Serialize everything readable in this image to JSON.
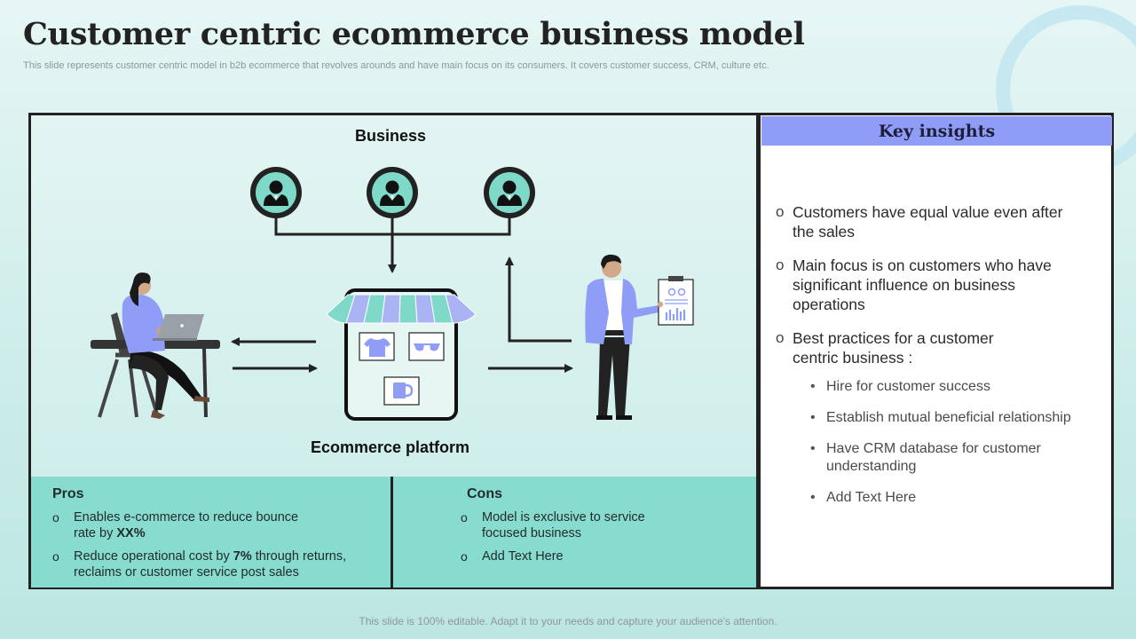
{
  "slide": {
    "title": "Customer centric ecommerce business model",
    "subtitle": "This slide represents customer centric model in b2b ecommerce that revolves arounds and have main focus on its consumers. It covers customer success, CRM, culture etc.",
    "footer": "This slide is 100% editable. Adapt it to your needs and capture your audience's attention."
  },
  "diagram": {
    "business_label": "Business",
    "platform_label": "Ecommerce platform",
    "icons": [
      "business-person-icon",
      "business-person-icon",
      "business-person-icon",
      "storefront-icon",
      "woman-laptop-icon",
      "man-clipboard-icon",
      "tshirt-icon",
      "sunglasses-icon",
      "mug-icon"
    ]
  },
  "pros": {
    "title": "Pros",
    "item1_text": "Enables e-commerce to reduce bounce",
    "item1_line2": "rate by ",
    "item1_bold": "XX%",
    "item2_pre": "Reduce operational cost by ",
    "item2_bold": "7%",
    "item2_post": " through returns,",
    "item2_line2": "reclaims or customer service post sales"
  },
  "cons": {
    "title": "Cons",
    "item1_line1": "Model is exclusive to service",
    "item1_line2": "focused business",
    "item2": "Add Text Here"
  },
  "key_insights": {
    "title": "Key insights",
    "points": [
      {
        "line1": "Customers have equal value even after",
        "line2": "the sales"
      },
      {
        "line1": "Main focus is on customers who have",
        "line2": "significant influence on business",
        "line3": "operations"
      },
      {
        "line1": "Best practices for a customer",
        "line2": "centric business :"
      }
    ],
    "sub_points": [
      {
        "line1": "Hire for customer success"
      },
      {
        "line1": "Establish mutual beneficial relationship"
      },
      {
        "line1": "Have CRM database for customer",
        "line2": "understanding"
      },
      {
        "line1": "Add Text Here"
      }
    ]
  },
  "colors": {
    "teal": "#88dbcf",
    "periwinkle": "#8f9df6",
    "dark": "#222222"
  }
}
